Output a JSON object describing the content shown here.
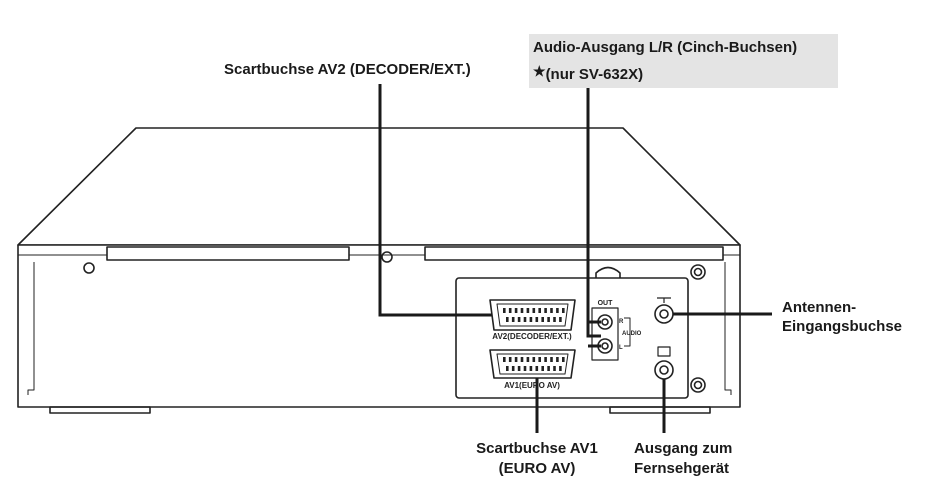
{
  "labels": {
    "av2": "Scartbuchse AV2 (DECODER/EXT.)",
    "audio_line1": "Audio-Ausgang L/R (Cinch-Buchsen)",
    "audio_star": "★",
    "audio_line2": "(nur SV-632X)",
    "antenna_line1": "Antennen-",
    "antenna_line2": "Eingangsbuchse",
    "av1_line1": "Scartbuchse AV1",
    "av1_line2": "(EURO AV)",
    "tv_line1": "Ausgang zum",
    "tv_line2": "Fernsehgerät"
  },
  "panel": {
    "av2_caption": "AV2(DECODER/EXT.)",
    "av1_caption": "AV1(EURO AV)",
    "out": "OUT",
    "r": "R",
    "l": "L",
    "audio": "AUDIO"
  },
  "colors": {
    "line": "#1a1a1a",
    "callout_box": "#e4e4e4",
    "body": "#ffffff"
  }
}
